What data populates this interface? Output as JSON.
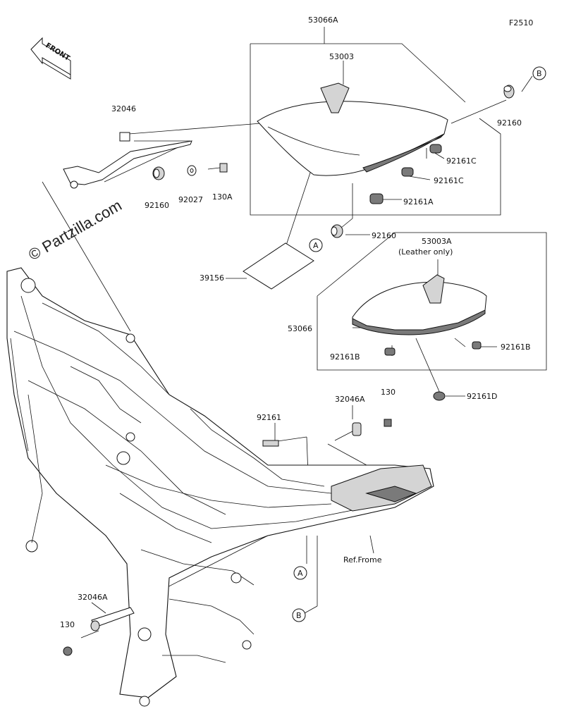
{
  "diagram_code": "F2510",
  "watermark": "© Partzilla.com",
  "front_label": "FRONT",
  "ref_frame_label": "Ref.Frome",
  "circle_markers": [
    "A",
    "B"
  ],
  "parts": {
    "seat_assy_53066A": "53066A",
    "seat_53003": "53003",
    "bracket_32046": "32046",
    "damper_92160_left": "92160",
    "washer_92027": "92027",
    "bolt_130A": "130A",
    "damper_92160_right": "92160",
    "damper_92161C_upper": "92161C",
    "damper_92161C_lower": "92161C",
    "damper_92161A": "92161A",
    "damper_92160_mid": "92160",
    "label_39156": "39156",
    "seat_53003A": "53003A",
    "leather_note": "(Leather only)",
    "seat_assy_53066": "53066",
    "damper_92161B_left": "92161B",
    "damper_92161B_right": "92161B",
    "damper_92161D": "92161D",
    "bracket_32046A_upper": "32046A",
    "bolt_130_upper": "130",
    "damper_92161": "92161",
    "bracket_32046A_lower": "32046A",
    "bolt_130_lower": "130"
  }
}
